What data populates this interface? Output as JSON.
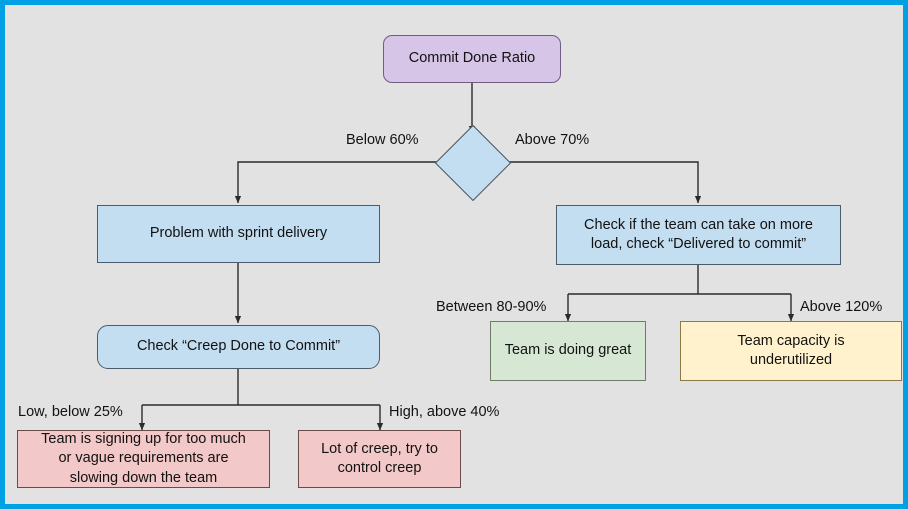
{
  "diagram": {
    "title": "Commit Done Ratio decision flowchart",
    "background_color": "#e2e2e2",
    "border_color": "#00a0e4",
    "nodes": {
      "root": {
        "label": "Commit Done Ratio",
        "shape": "rounded-rect",
        "fill": "#d6c5e6"
      },
      "decision": {
        "label": "",
        "shape": "diamond",
        "fill": "#c3ddf1"
      },
      "problem_sprint": {
        "label": "Problem with sprint delivery",
        "shape": "rect",
        "fill": "#c3ddf1"
      },
      "check_more_load": {
        "label": "Check if the team can take on more\nload, check “Delivered to commit”",
        "shape": "rect",
        "fill": "#c3ddf1"
      },
      "check_creep": {
        "label": "Check “Creep Done to Commit”",
        "shape": "rounded-rect",
        "fill": "#c3ddf1"
      },
      "doing_great": {
        "label": "Team is doing great",
        "shape": "rect",
        "fill": "#d6e8d4"
      },
      "underutilized": {
        "label": "Team capacity is\nunderutilized",
        "shape": "rect",
        "fill": "#fff2cc"
      },
      "signing_up_too_much": {
        "label": "Team is signing up for too much\nor vague requirements are\nslowing down the team",
        "shape": "rect",
        "fill": "#f2c8c8"
      },
      "lot_of_creep": {
        "label": "Lot of creep, try to\ncontrol creep",
        "shape": "rect",
        "fill": "#f2c8c8"
      }
    },
    "edge_labels": {
      "below_60": "Below 60%",
      "above_70": "Above 70%",
      "between_80_90": "Between 80-90%",
      "above_120": "Above 120%",
      "low_below_25": "Low, below 25%",
      "high_above_40": "High, above 40%"
    }
  }
}
